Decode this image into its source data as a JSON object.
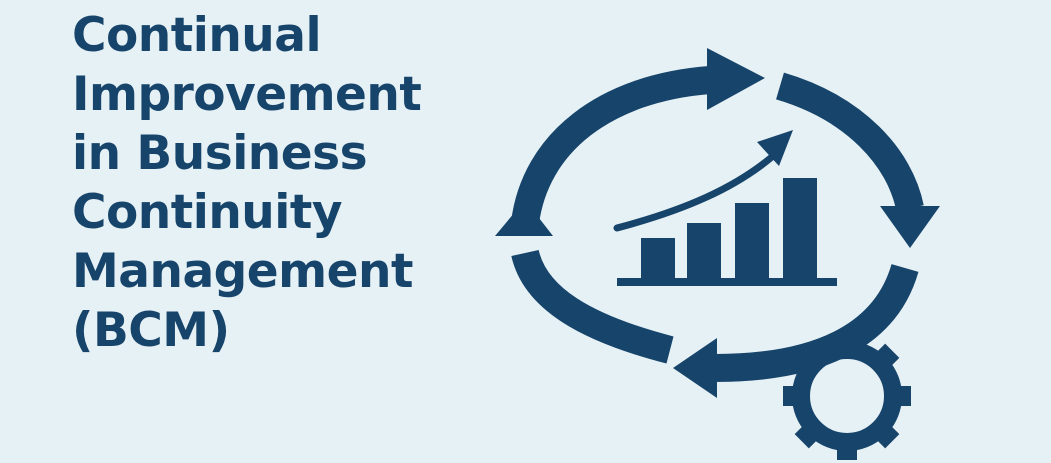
{
  "title": {
    "lines": [
      "Continual",
      "Improvement",
      "in Business",
      "Continuity",
      "Management",
      "(BCM)"
    ]
  },
  "graphic": {
    "icons": [
      "cycle-arrows-icon",
      "bar-chart-icon",
      "trend-arrow-icon",
      "gear-icon"
    ],
    "bar_levels": [
      0.35,
      0.48,
      0.66,
      0.88
    ]
  },
  "colors": {
    "background": "#e6f1f5",
    "primary": "#17446a"
  }
}
